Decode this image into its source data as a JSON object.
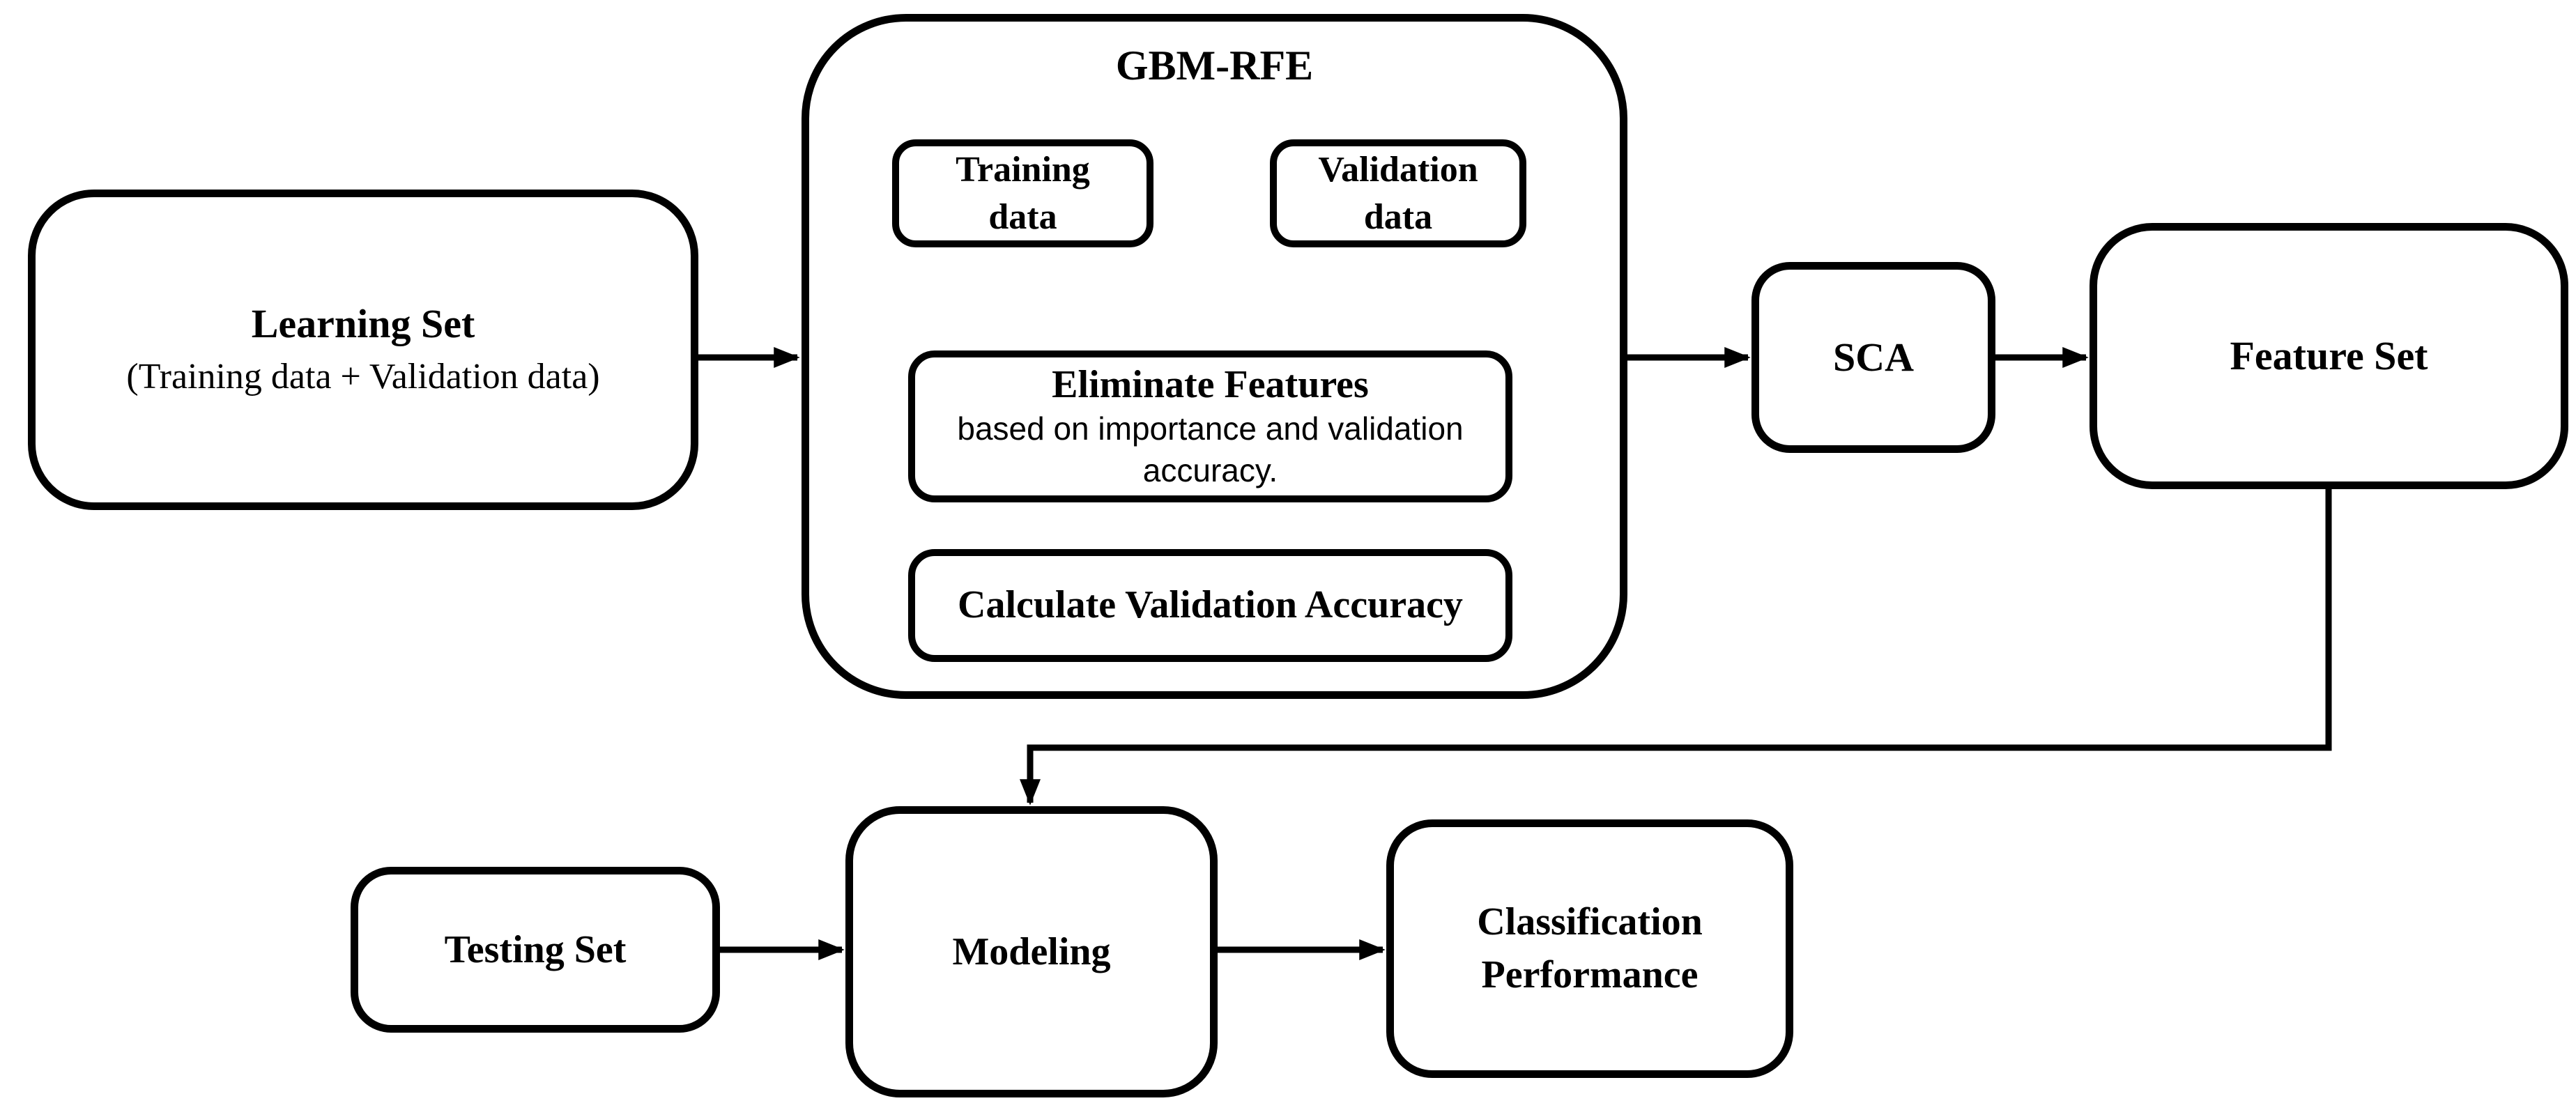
{
  "figure": {
    "background_color": "#ffffff",
    "line_color": "#000000"
  },
  "nodes": {
    "learning_set": {
      "title": "Learning Set",
      "subtitle": "(Training data + Validation data)"
    },
    "gbm_rfe": {
      "title": "GBM-RFE"
    },
    "training_data": {
      "label": "Training data"
    },
    "validation_data": {
      "label": "Validation data"
    },
    "eliminate_features": {
      "title": "Eliminate Features",
      "subtitle": "based on importance and validation accuracy."
    },
    "calculate_validation_accuracy": {
      "label": "Calculate Validation Accuracy"
    },
    "sca": {
      "label": "SCA"
    },
    "feature_set": {
      "label": "Feature Set"
    },
    "testing_set": {
      "label": "Testing Set"
    },
    "modeling": {
      "label": "Modeling"
    },
    "classification_performance": {
      "label": "Classification Performance"
    }
  },
  "edges": [
    {
      "from": "learning_set",
      "to": "gbm_rfe"
    },
    {
      "from": "training_data",
      "to": "eliminate_features"
    },
    {
      "from": "eliminate_features",
      "to": "calculate_validation_accuracy"
    },
    {
      "from": "calculate_validation_accuracy",
      "to": "eliminate_features"
    },
    {
      "from": "validation_data",
      "to": "calculate_validation_accuracy"
    },
    {
      "from": "gbm_rfe",
      "to": "sca"
    },
    {
      "from": "sca",
      "to": "feature_set"
    },
    {
      "from": "feature_set",
      "to": "modeling"
    },
    {
      "from": "testing_set",
      "to": "modeling"
    },
    {
      "from": "modeling",
      "to": "classification_performance"
    }
  ]
}
